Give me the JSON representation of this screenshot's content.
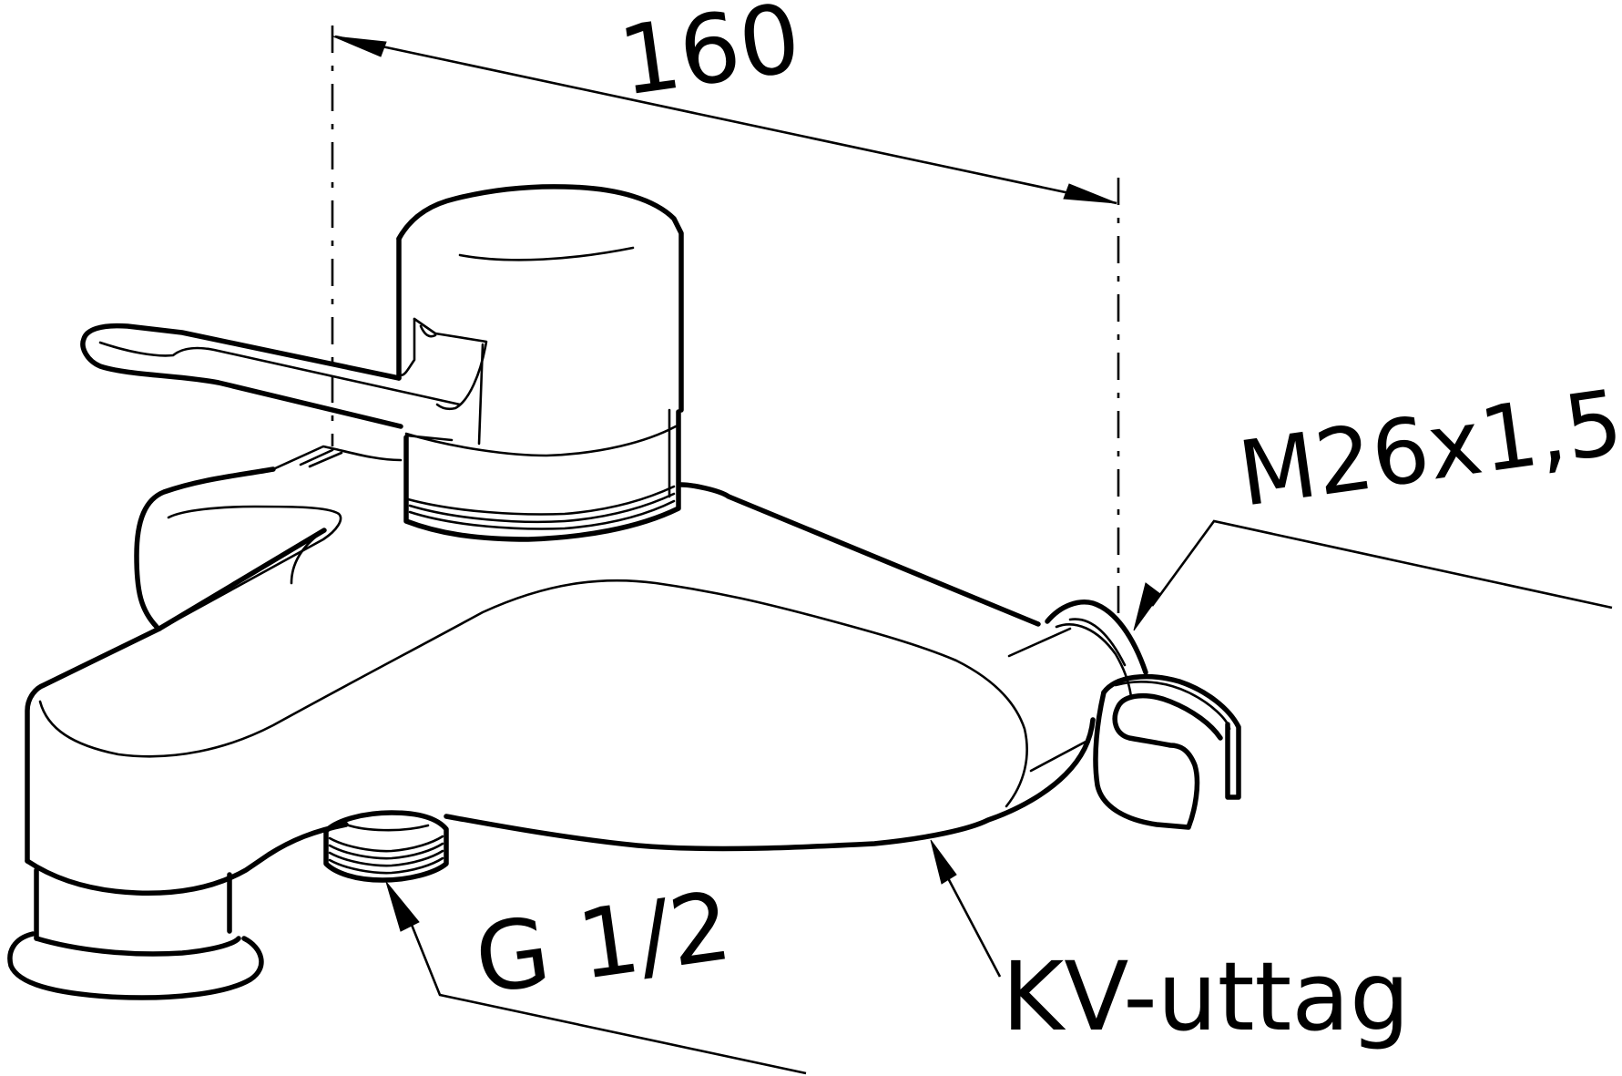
{
  "dimensions": {
    "width_value": "160",
    "thread_outlet": "M26x1,5",
    "inlet_thread": "G 1/2",
    "cold_outlet": "KV-uttag"
  },
  "colors": {
    "line": "#000000",
    "background": "#ffffff"
  }
}
